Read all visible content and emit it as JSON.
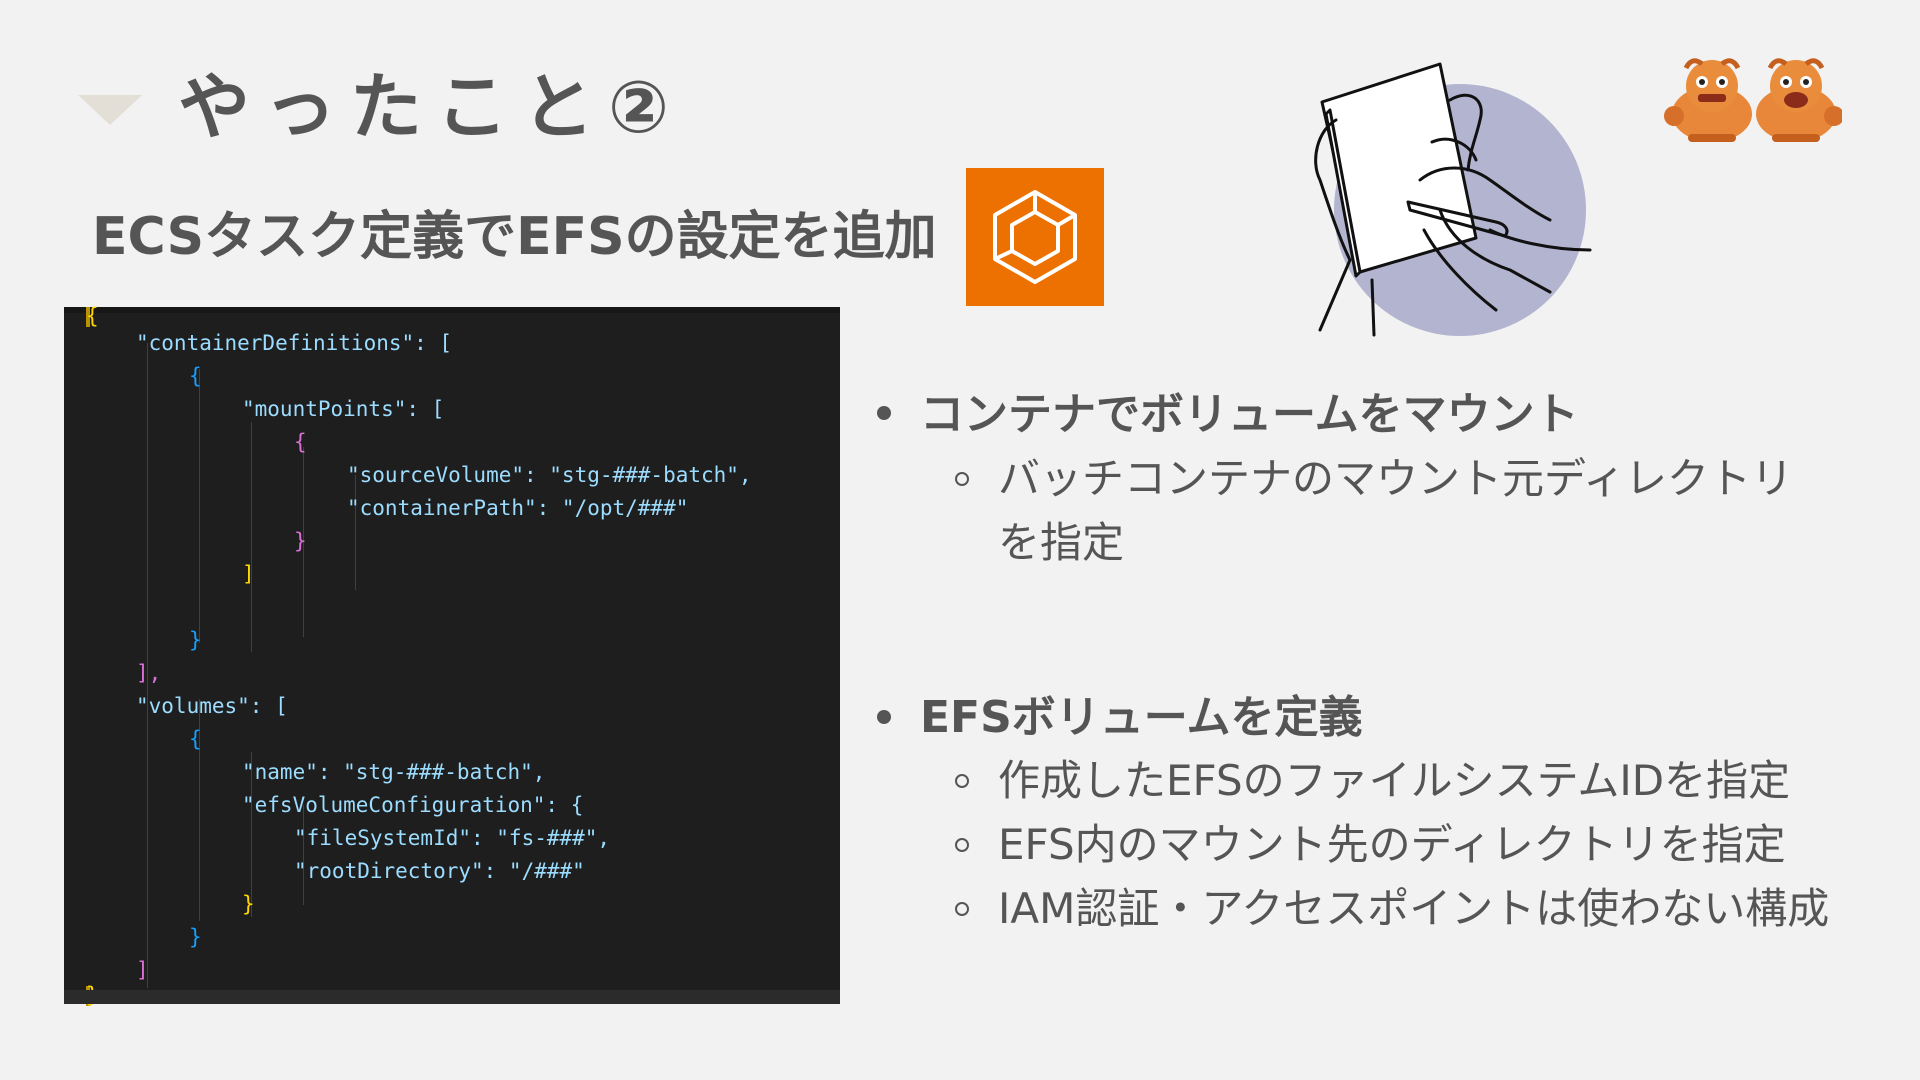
{
  "slide": {
    "title": "やったこと②",
    "subtitle": "ECSタスク定義でEFSの設定を追加"
  },
  "icons": {
    "aws": "aws-efs-icon",
    "illustration": "writing-hand-illustration",
    "mascot": "shisa-mascots-icon",
    "triangle": "triangle-down-icon"
  },
  "colors": {
    "background": "#f3f2f2",
    "accent_orange": "#ed7100",
    "circle": "#b3b4cf",
    "text": "#555555"
  },
  "code": {
    "lines": [
      "{",
      "\"containerDefinitions\": [",
      "{",
      "\"mountPoints\": [",
      "{",
      "\"sourceVolume\": \"stg-###-batch\",",
      "\"containerPath\": \"/opt/###\"",
      "}",
      "]",
      "}",
      "],",
      "\"volumes\": [",
      "{",
      "\"name\": \"stg-###-batch\",",
      "\"efsVolumeConfiguration\": {",
      "\"fileSystemId\": \"fs-###\",",
      "\"rootDirectory\": \"/###\"",
      "}",
      "}",
      "]",
      "}"
    ]
  },
  "bullets": [
    {
      "text": "コンテナでボリュームをマウント",
      "sub": [
        "バッチコンテナのマウント元ディレクトリを指定"
      ]
    },
    {
      "text": "EFSボリュームを定義",
      "sub": [
        "作成したEFSのファイルシステムIDを指定",
        "EFS内のマウント先のディレクトリを指定",
        "IAM認証・アクセスポイントは使わない構成"
      ]
    }
  ]
}
